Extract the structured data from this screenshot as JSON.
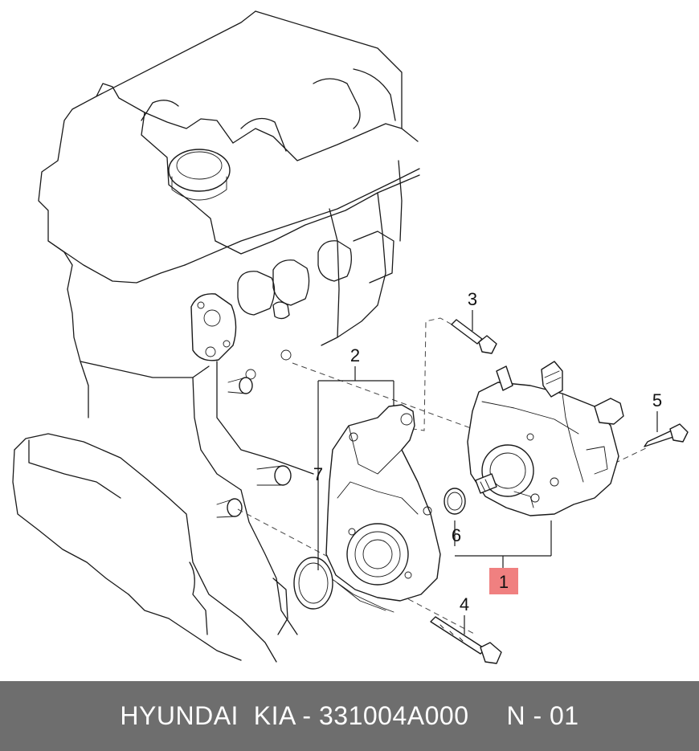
{
  "callouts": [
    {
      "id": "1",
      "label": "1",
      "highlighted": true
    },
    {
      "id": "2",
      "label": "2",
      "highlighted": false
    },
    {
      "id": "3",
      "label": "3",
      "highlighted": false
    },
    {
      "id": "4",
      "label": "4",
      "highlighted": false
    },
    {
      "id": "5",
      "label": "5",
      "highlighted": false
    },
    {
      "id": "6",
      "label": "6",
      "highlighted": false
    },
    {
      "id": "7",
      "label": "7",
      "highlighted": false
    }
  ],
  "highlight_color": "#f08080",
  "footer": {
    "text": "HYUNDAI  KIA - 331004A000     N - 01"
  },
  "footer_color": "#6e6e6e"
}
